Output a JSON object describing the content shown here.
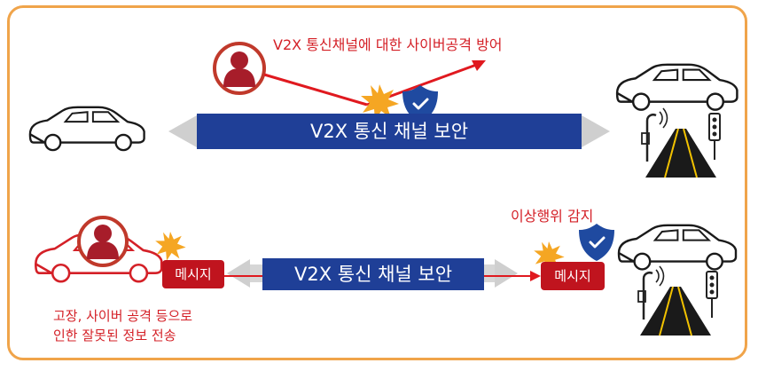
{
  "top": {
    "attack_caption": "V2X 통신채널에 대한 사이버공격 방어",
    "channel_label": "V2X 통신 채널 보안"
  },
  "bottom": {
    "channel_label": "V2X 통신 채널 보안",
    "message_left": "메시지",
    "message_right": "메시지",
    "detect_caption": "이상행위 감지",
    "fault_caption_line1": "고장, 사이버 공격 등으로",
    "fault_caption_line2": "인한 잘못된 정보 전송"
  },
  "colors": {
    "frame": "#f0a44a",
    "band": "#1f3f97",
    "attack": "#d42027",
    "shield": "#1f4aa0",
    "burst": "#f5a623",
    "arrow": "#cccccc"
  },
  "icons": [
    "hacker-icon",
    "car-icon",
    "shield-check-icon",
    "burst-icon",
    "road-icon",
    "traffic-light-icon",
    "streetlight-icon"
  ]
}
